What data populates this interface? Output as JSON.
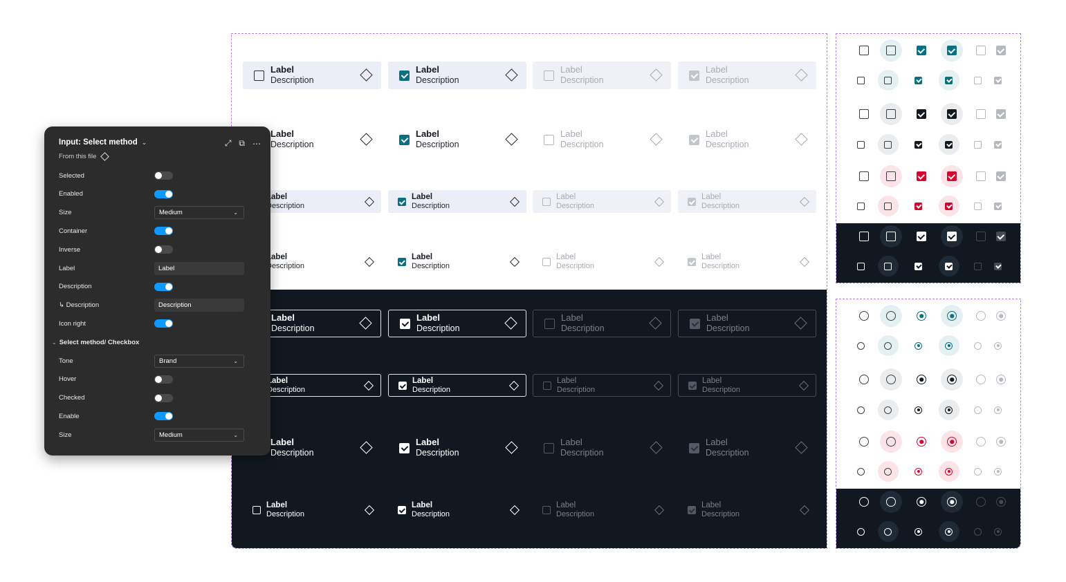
{
  "item": {
    "label": "Label",
    "description": "Description"
  },
  "panel": {
    "title": "Input: Select method",
    "subtitle": "From this file",
    "icons": [
      "expand-icon",
      "components-icon",
      "more-icon"
    ],
    "props": [
      {
        "key": "Selected",
        "type": "toggle",
        "on": false
      },
      {
        "key": "Enabled",
        "type": "toggle",
        "on": true
      },
      {
        "key": "Size",
        "type": "select",
        "value": "Medium"
      },
      {
        "key": "Container",
        "type": "toggle",
        "on": true
      },
      {
        "key": "Inverse",
        "type": "toggle",
        "on": false
      },
      {
        "key": "Label",
        "type": "input",
        "value": "Label"
      },
      {
        "key": "Description",
        "type": "toggle",
        "on": true
      },
      {
        "key": "↳ Description",
        "type": "input",
        "value": "Description"
      }
    ],
    "icon_right": {
      "key": "Icon right",
      "on": true
    },
    "section": "Select method/ Checkbox",
    "section_props": [
      {
        "key": "Tone",
        "type": "select",
        "value": "Brand"
      },
      {
        "key": "Hover",
        "type": "toggle",
        "on": false
      },
      {
        "key": "Checked",
        "type": "toggle",
        "on": false
      },
      {
        "key": "Enable",
        "type": "toggle",
        "on": true
      },
      {
        "key": "Size",
        "type": "select",
        "value": "Medium"
      }
    ]
  },
  "colors": {
    "brand": "#0b6f82",
    "danger": "#d4062f",
    "neutral": "#121820",
    "dark_bg": "#121820",
    "panel_bg": "#2c2c2c",
    "toggle_on": "#0d99ff",
    "container": "#eceef7"
  }
}
